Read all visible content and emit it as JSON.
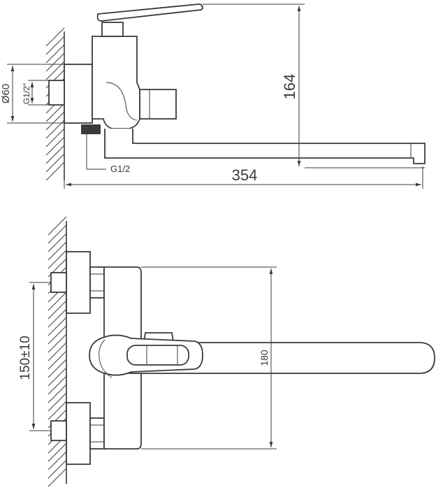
{
  "side_view": {
    "dim_overall_length": "354",
    "dim_height": "164",
    "dim_flange_diameter": "Ø60",
    "dim_inlet_thread": "G1/2\"",
    "dim_outlet_thread": "G1/2"
  },
  "front_view": {
    "dim_center_distance": "150±10",
    "dim_body_height": "180"
  },
  "colors": {
    "line": "#3a3a3a",
    "background": "#ffffff"
  }
}
